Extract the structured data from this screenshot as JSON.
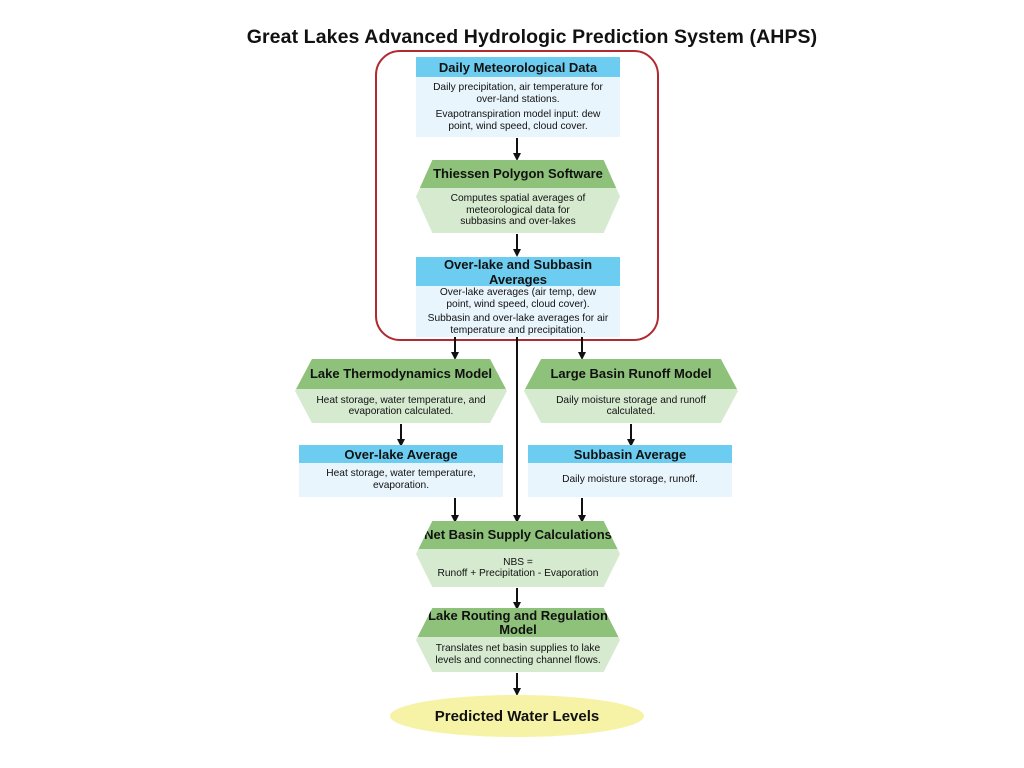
{
  "title": "Great Lakes Advanced Hydrologic Prediction System (AHPS)",
  "nodes": {
    "daily_met": {
      "title": "Daily Meteorological Data",
      "lines": [
        "Daily precipitation, air temperature for over-land stations.",
        "Evapotranspiration model input: dew point, wind speed, cloud cover."
      ]
    },
    "thiessen": {
      "title": "Thiessen Polygon Software",
      "lines": [
        "Computes spatial averages of meteorological data for subbasins and over-lakes"
      ]
    },
    "overlake_subbasin": {
      "title": "Over-lake and Subbasin Averages",
      "lines": [
        "Over-lake averages (air temp, dew point, wind speed, cloud cover).",
        "Subbasin and over-lake averages for air temperature and precipitation."
      ]
    },
    "lake_thermo": {
      "title": "Lake Thermodynamics Model",
      "lines": [
        "Heat storage, water temperature, and evaporation calculated."
      ]
    },
    "large_basin": {
      "title": "Large Basin Runoff Model",
      "lines": [
        "Daily moisture storage and runoff calculated."
      ]
    },
    "overlake_avg": {
      "title": "Over-lake Average",
      "lines": [
        "Heat storage, water temperature, evaporation."
      ]
    },
    "subbasin_avg": {
      "title": "Subbasin Average",
      "lines": [
        "Daily moisture storage, runoff."
      ]
    },
    "nbs": {
      "title": "Net Basin Supply Calculations",
      "lines": [
        "NBS =",
        "Runoff + Precipitation - Evaporation"
      ]
    },
    "routing": {
      "title": "Lake Routing and Regulation Model",
      "lines": [
        "Translates net basin supplies to lake levels and connecting channel flows."
      ]
    },
    "predicted": {
      "title": "Predicted Water Levels"
    }
  },
  "colors": {
    "blue_header": "#6ccdf1",
    "blue_body": "#e9f5fc",
    "green_header": "#8ec17a",
    "green_body": "#d6ead0",
    "oval_fill": "#f6f3a6",
    "highlight_border": "#b02a30"
  }
}
